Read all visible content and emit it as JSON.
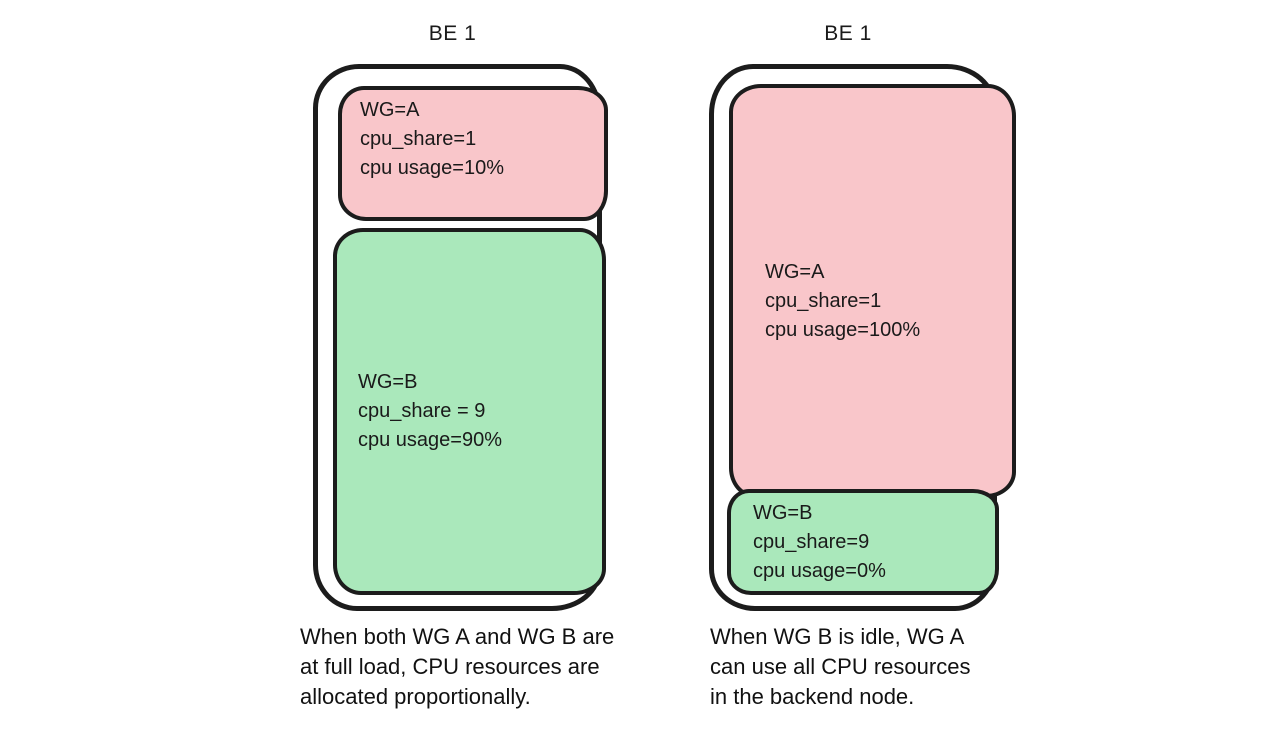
{
  "colors": {
    "pink": "#f9c6ca",
    "green": "#aae8bb",
    "outline": "#1c1c1c",
    "background": "#ffffff"
  },
  "panels": [
    {
      "title": "BE 1",
      "groups": [
        {
          "name": "WG=A",
          "share": "cpu_share=1",
          "usage": "cpu usage=10%",
          "color": "#f9c6ca"
        },
        {
          "name": "WG=B",
          "share": "cpu_share = 9",
          "usage": "cpu usage=90%",
          "color": "#aae8bb"
        }
      ],
      "caption_lines": [
        "When both WG A and WG B are",
        "at full load, CPU resources are",
        "allocated proportionally."
      ]
    },
    {
      "title": "BE 1",
      "groups": [
        {
          "name": "WG=A",
          "share": "cpu_share=1",
          "usage": "cpu usage=100%",
          "color": "#f9c6ca"
        },
        {
          "name": "WG=B",
          "share": "cpu_share=9",
          "usage": "cpu usage=0%",
          "color": "#aae8bb"
        }
      ],
      "caption_lines": [
        "When WG B is idle, WG A",
        "can use all CPU resources",
        "in the backend node."
      ]
    }
  ]
}
